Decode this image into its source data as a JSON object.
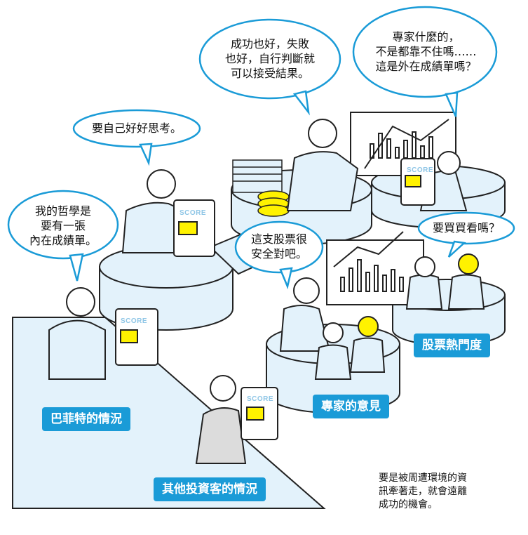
{
  "bubbles": {
    "philosophy": [
      "我的哲學是",
      "要有一張",
      "內在成績單。"
    ],
    "think": [
      "要自己好好思考。"
    ],
    "success": [
      "成功也好，失敗",
      "也好，自行判斷就",
      "可以接受結果。"
    ],
    "expert": [
      "專家什麼的，",
      "不是都靠不住嗎……",
      "這是外在成績單嗎？"
    ],
    "safe": [
      "這支股票很",
      "安全對吧。"
    ],
    "buy": [
      "要買買看嗎？"
    ]
  },
  "labels": {
    "buffett": "巴菲特的情況",
    "experts": "專家的意見",
    "others": "其他投資客的情況",
    "popularity": "股票熱門度"
  },
  "score_text": "SCORE",
  "note": [
    "要是被周遭環境的資",
    "訊牽著走，就會遠離",
    "成功的機會。"
  ],
  "colors": {
    "accent": "#1a9bd7",
    "light_fill": "#e3f2fb",
    "bubble_stroke": "#1a9bd7",
    "card_yellow": "#fff200"
  }
}
